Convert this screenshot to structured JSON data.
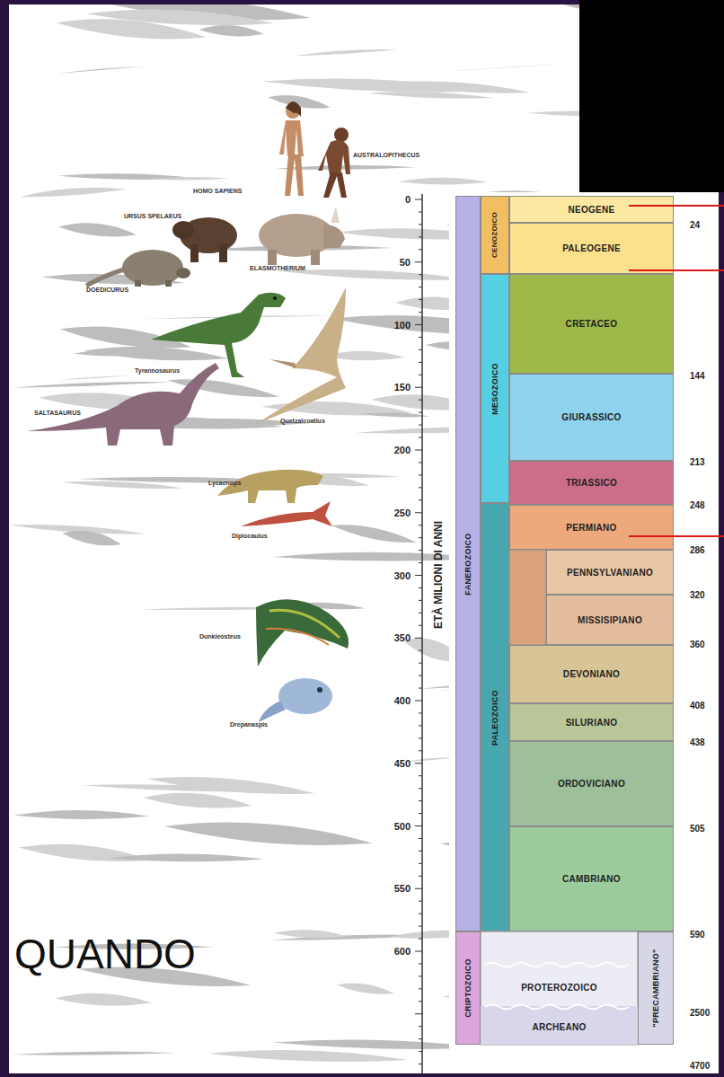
{
  "diagram": {
    "nodes": [
      {
        "text": [
          "FANEROZOICO"
        ]
      },
      {
        "text": [
          "CENOZOICO"
        ]
      },
      {
        "text": [
          "NEOGENE"
        ]
      },
      {
        "text": [
          "PALEOGENE"
        ]
      },
      {
        "text": [
          "MESOZOICO"
        ]
      },
      {
        "text": [
          "CRETACEO"
        ]
      },
      {
        "text": [
          "GIURASSICO"
        ]
      },
      {
        "text": [
          "TRIASSICO"
        ]
      },
      {
        "text": [
          "PALEOZOICO"
        ]
      },
      {
        "text": [
          "PERMIANO"
        ]
      },
      {
        "text": [
          "PENNSYLVANIANO"
        ]
      },
      {
        "text": [
          "MISSISIPIANO"
        ]
      },
      {
        "text": [
          "DEVONIANO"
        ]
      },
      {
        "text": [
          "SILURIANO"
        ]
      },
      {
        "text": [
          "ORDOVICIANO"
        ]
      },
      {
        "text": [
          "CAMBRIANO"
        ]
      },
      {
        "text": [
          "CRIPTOZOICO"
        ]
      },
      {
        "text": [
          "PROTEROZOICO"
        ]
      },
      {
        "text": [
          "ARCHEANO"
        ]
      },
      {
        "text": [
          "\"PRECAMBRIANO\""
        ]
      }
    ],
    "labels": [
      "0",
      "50",
      "100",
      "150",
      "200",
      "250",
      "300",
      "350",
      "400",
      "450",
      "500",
      "550",
      "600",
      "ETÀ MILIONI DI ANNI",
      "24",
      "144",
      "213",
      "248",
      "286",
      "320",
      "360",
      "408",
      "438",
      "505",
      "590",
      "2500",
      "4700",
      "QUANDO",
      "HOMO SAPIENS",
      "AUSTRALOPITHECUS",
      "URSUS SPELAEUS",
      "DOEDICURUS",
      "ELASMOTHERIUM",
      "Tyrannosaurus",
      "SALTASAURUS",
      "Quetzalcoatlus",
      "Lycaenops",
      "Diplocaulus",
      "Dunkleosteus",
      "Drepanaspis"
    ]
  }
}
